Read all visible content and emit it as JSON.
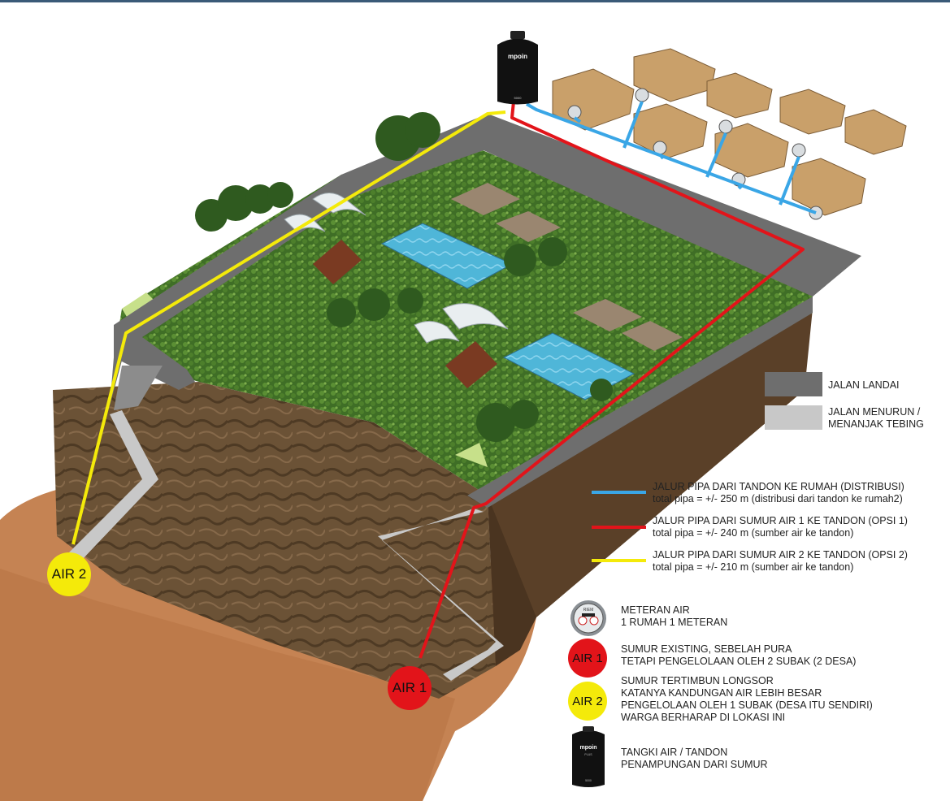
{
  "colors": {
    "distribution": "#3aa6e6",
    "well1": "#e2141a",
    "well2": "#f4ea0a",
    "ramp_road": "#6e6e6e",
    "cliff_road": "#c8c8c8",
    "soil": "#c58353",
    "pool": "#4fb6d8"
  },
  "tank": {
    "brand": "mpoin",
    "sub": "PLUS",
    "capacity": "5000"
  },
  "legend": {
    "road_ramp": "JALAN LANDAI",
    "road_cliff": [
      "JALAN MENURUN /",
      "MENANJAK TEBING"
    ],
    "pipes": [
      {
        "title": "JALUR PIPA DARI TANDON KE RUMAH (DISTRIBUSI)",
        "detail": "total pipa = +/- 250 m (distribusi dari tandon ke rumah2)",
        "color_key": "distribution"
      },
      {
        "title": "JALUR PIPA DARI SUMUR AIR 1 KE TANDON (OPSI 1)",
        "detail": "total pipa = +/- 240 m (sumber air ke tandon)",
        "color_key": "well1"
      },
      {
        "title": "JALUR PIPA DARI SUMUR AIR 2 KE TANDON (OPSI 2)",
        "detail": "total pipa = +/- 210 m (sumber air ke tandon)",
        "color_key": "well2"
      }
    ],
    "meter": [
      "METERAN AIR",
      "1 RUMAH 1 METERAN"
    ],
    "meter_brand": "RIEM",
    "air1_label": "AIR 1",
    "air1_lines": [
      "SUMUR EXISTING, SEBELAH PURA",
      "TETAPI PENGELOLAAN OLEH 2 SUBAK (2 DESA)"
    ],
    "air2_label": "AIR 2",
    "air2_lines": [
      "SUMUR TERTIMBUN LONGSOR",
      "KATANYA KANDUNGAN AIR LEBIH BESAR",
      "PENGELOLAAN OLEH 1 SUBAK (DESA ITU SENDIRI)",
      "WARGA BERHARAP DI LOKASI INI"
    ],
    "tank_lines": [
      "TANGKI AIR / TANDON",
      "PENAMPUNGAN DARI SUMUR"
    ]
  },
  "map_labels": {
    "air1": "AIR 1",
    "air2": "AIR 2"
  }
}
